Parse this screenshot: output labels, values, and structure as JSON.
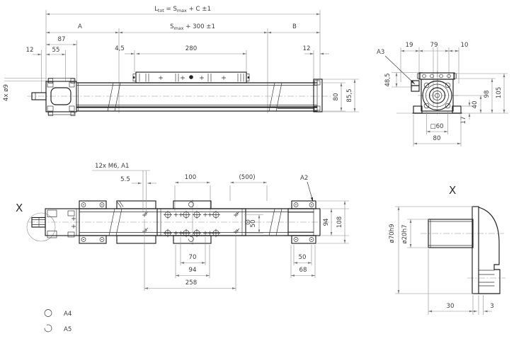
{
  "drawing": {
    "view_side": {
      "ltot_p1": "L",
      "ltot_s1": "tot",
      "ltot_p2": " =  S",
      "ltot_s2": "max",
      "ltot_p3": " +  C  ±1",
      "dim_a": "A",
      "smax_p1": "S",
      "smax_s1": "max",
      "smax_p2": " +  300  ±1",
      "dim_b": "B",
      "dim_87": "87",
      "dim_12_left": "12",
      "dim_55": "55",
      "dim_45": "4,5",
      "dim_280": "280",
      "dim_12_right": "12",
      "dim_4xd9": "4x ø9",
      "dim_80": "80",
      "dim_855": "85,5"
    },
    "view_plan": {
      "label_x": "X",
      "label_12xm6": "12x M6, A1",
      "dim_55": "5.5",
      "dim_100": "100",
      "dim_500": "(500)",
      "label_a2": "A2",
      "dim_50_mid": "50",
      "dim_94_right": "94",
      "dim_108": "108",
      "dim_70": "70",
      "dim_94_bottom": "94",
      "dim_258": "258",
      "dim_50_bottom": "50",
      "dim_68": "68"
    },
    "view_end": {
      "label_a3": "A3",
      "dim_19": "19",
      "dim_79": "79",
      "dim_10": "10",
      "dim_485": "48,5",
      "dim_98": "98",
      "dim_105": "105",
      "dim_40": "40",
      "dim_17": "17",
      "dim_sq60": "□60",
      "dim_80": "80"
    },
    "view_detail": {
      "label_x": "X",
      "dim_d70": "ø70h9",
      "dim_d20": "ø20h7",
      "dim_30": "30",
      "dim_3": "3"
    },
    "legend": {
      "a4": "A4",
      "a5": "A5"
    }
  }
}
